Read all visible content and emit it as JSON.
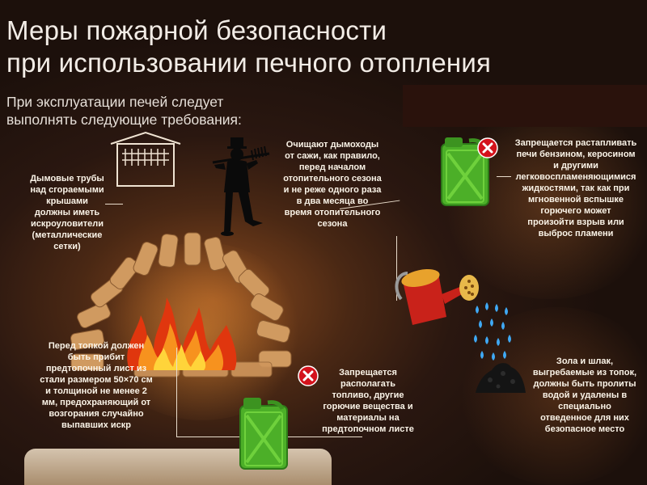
{
  "title_line1": "Меры пожарной безопасности",
  "title_line2": "при использовании печного отопления",
  "subtitle_line1": "При эксплуатации печей следует",
  "subtitle_line2": "выполнять следующие требования:",
  "notes": {
    "chimney_screens": "Дымовые трубы\nнад сгораемыми\nкрышами\nдолжны иметь\nискроуловители\n(металлические\nсетки)",
    "chimney_cleaning": "Очищают дымоходы\nот сажи, как правило,\nперед началом\nотопительного сезона\nи не реже одного раза\nв два месяца во\nвремя отопительного\nсезона",
    "flammable_liquids": "Запрещается растапливать\nпечи бензином, керосином\nи другими\nлегковоспламеняющимися\nжидкостями, так как при\nмгновенной вспышке\nгорючего может\nпроизойти взрыв или\nвыброс пламени",
    "pre_furnace_sheet": "Перед топкой должен\nбыть прибит\nпредтопочный лист из\nстали размером 50×70 см\nи толщиной не менее 2\nмм, предохраняющий от\nвозгорания случайно\nвыпавших искр",
    "fuel_on_sheet": "Запрещается\nрасполагать\nтопливо, другие\nгорючие вещества и\nматериалы на\nпредтопочном листе",
    "ash_disposal": "Зола и шлак,\nвыгребаемые из топок,\nдолжны быть пролиты\nводой и удалены в\nспециально\nотведенное для них\nбезопасное  место"
  },
  "colors": {
    "background": "#2a1710",
    "warm_glow": "#8a4a1e",
    "text": "#fbf4e8",
    "prohibited_red": "#d4121b",
    "canister_green": "#4caf28",
    "watering_can_red": "#c9221a",
    "water_blue": "#3fa9f5",
    "brick": "#d09a60"
  },
  "icons": {
    "prohibited": "prohibited-icon",
    "canister": "fuel-canister-icon",
    "chimney_sweep": "chimney-sweep-icon",
    "watering_can": "watering-can-icon",
    "ash_pile": "ash-pile-icon",
    "fire": "fire-icon",
    "spark_screen": "spark-screen-icon"
  }
}
